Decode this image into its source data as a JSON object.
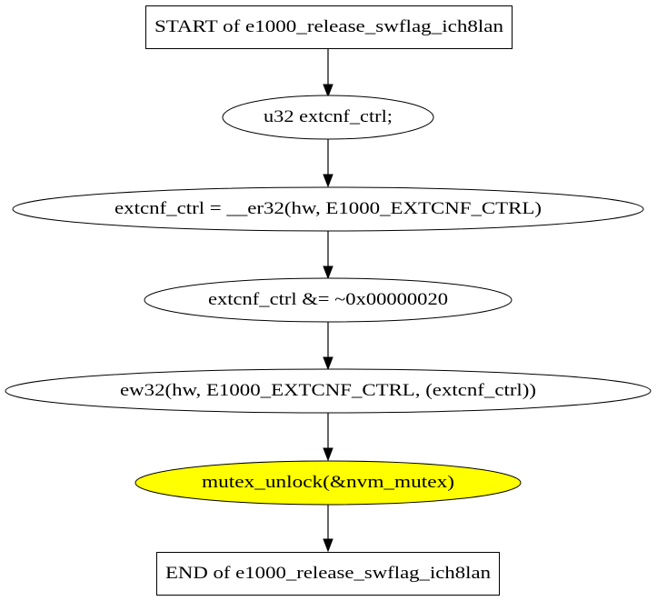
{
  "nodes": [
    {
      "id": "start",
      "shape": "box",
      "label": "START of e1000_release_swflag_ich8lan"
    },
    {
      "id": "decl",
      "shape": "ellipse",
      "label": "u32 extcnf_ctrl;"
    },
    {
      "id": "read",
      "shape": "ellipse",
      "label": "extcnf_ctrl = __er32(hw, E1000_EXTCNF_CTRL)"
    },
    {
      "id": "mask",
      "shape": "ellipse",
      "label": "extcnf_ctrl &= ~0x00000020"
    },
    {
      "id": "write",
      "shape": "ellipse",
      "label": "ew32(hw, E1000_EXTCNF_CTRL, (extcnf_ctrl))"
    },
    {
      "id": "unlock",
      "shape": "ellipse",
      "label": "mutex_unlock(&nvm_mutex)",
      "fill": "#ffff00"
    },
    {
      "id": "end",
      "shape": "box",
      "label": "END of e1000_release_swflag_ich8lan"
    }
  ],
  "edges": [
    {
      "from": "start",
      "to": "decl"
    },
    {
      "from": "decl",
      "to": "read"
    },
    {
      "from": "read",
      "to": "mask"
    },
    {
      "from": "mask",
      "to": "write"
    },
    {
      "from": "write",
      "to": "unlock"
    },
    {
      "from": "unlock",
      "to": "end"
    }
  ],
  "colors": {
    "stroke": "#000000",
    "background": "#ffffff",
    "highlight": "#ffff00"
  }
}
